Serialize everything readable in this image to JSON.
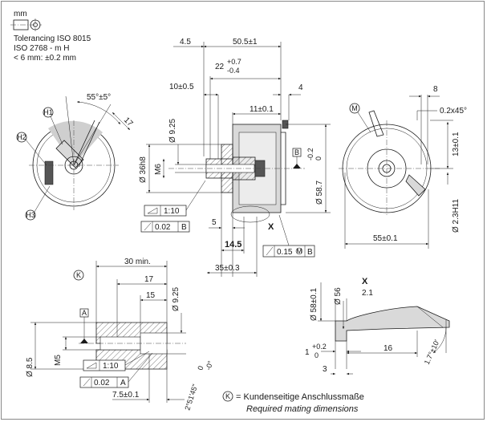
{
  "notes": {
    "unit": "mm",
    "tolerancing": "Tolerancing ISO 8015",
    "iso_2768": "ISO 2768 - m H",
    "small_dims": "< 6 mm: ±0.2 mm"
  },
  "front_view": {
    "angle": "55°±5°",
    "width": "17",
    "pos_h1": "H1",
    "pos_h2": "H2",
    "pos_h3": "H3"
  },
  "side_view": {
    "d_4_5": "4.5",
    "d_50_5": "50.5±1",
    "d_22": "22",
    "d_22_up": "+0.7",
    "d_22_low": "-0.4",
    "d_4": "4",
    "d_10": "10±0.5",
    "d_11": "11±0.1",
    "d_9_25": "Ø 9.25",
    "d_36": "Ø 36h8",
    "m6": "M6",
    "d_58_7": "Ø 58.7",
    "d_58_7_tol": "-0.2",
    "d_58_7_zero": "0",
    "datum_b": "B",
    "flat_val": "1:10",
    "pos_val": "0.02",
    "pos_datum": "B",
    "d_5": "5",
    "d_14_5": "14.5",
    "d_35": "35±0.3",
    "detail_x": "X",
    "runout_val": "0.15",
    "runout_m": "M",
    "runout_datum": "B"
  },
  "rear_view": {
    "d_8": "8",
    "chamfer": "0.2x45°",
    "d_13": "13±0.1",
    "d_2_3": "Ø 2.3H11",
    "d_55": "55±0.1",
    "pos_m": "M"
  },
  "mating": {
    "marker_k": "K",
    "d_30": "30 min.",
    "d_17": "17",
    "d_15": "15",
    "d_9_25": "Ø 9.25",
    "datum_a": "A",
    "d_8_5": "Ø 8.5",
    "m5": "M5",
    "flat_val": "1:10",
    "pos_val": "0.02",
    "pos_datum": "A",
    "d_7_5": "7.5±0.1",
    "cone_angle": "2°51'45\"",
    "cone_tol_up": "-0°",
    "cone_tol_low": "0"
  },
  "detail_x": {
    "title": "X",
    "scale": "2.1",
    "d_58": "Ø 58±0.1",
    "d_56": "Ø 56",
    "d_1": "1",
    "d_1_up": "+0.2",
    "d_1_low": "0",
    "d_16": "16",
    "d_3": "3",
    "angle": "1.7°±10'"
  },
  "legend": {
    "marker": "K",
    "text_de": "= Kundenseitige Anschlussmaße",
    "text_en": "Required mating dimensions"
  }
}
